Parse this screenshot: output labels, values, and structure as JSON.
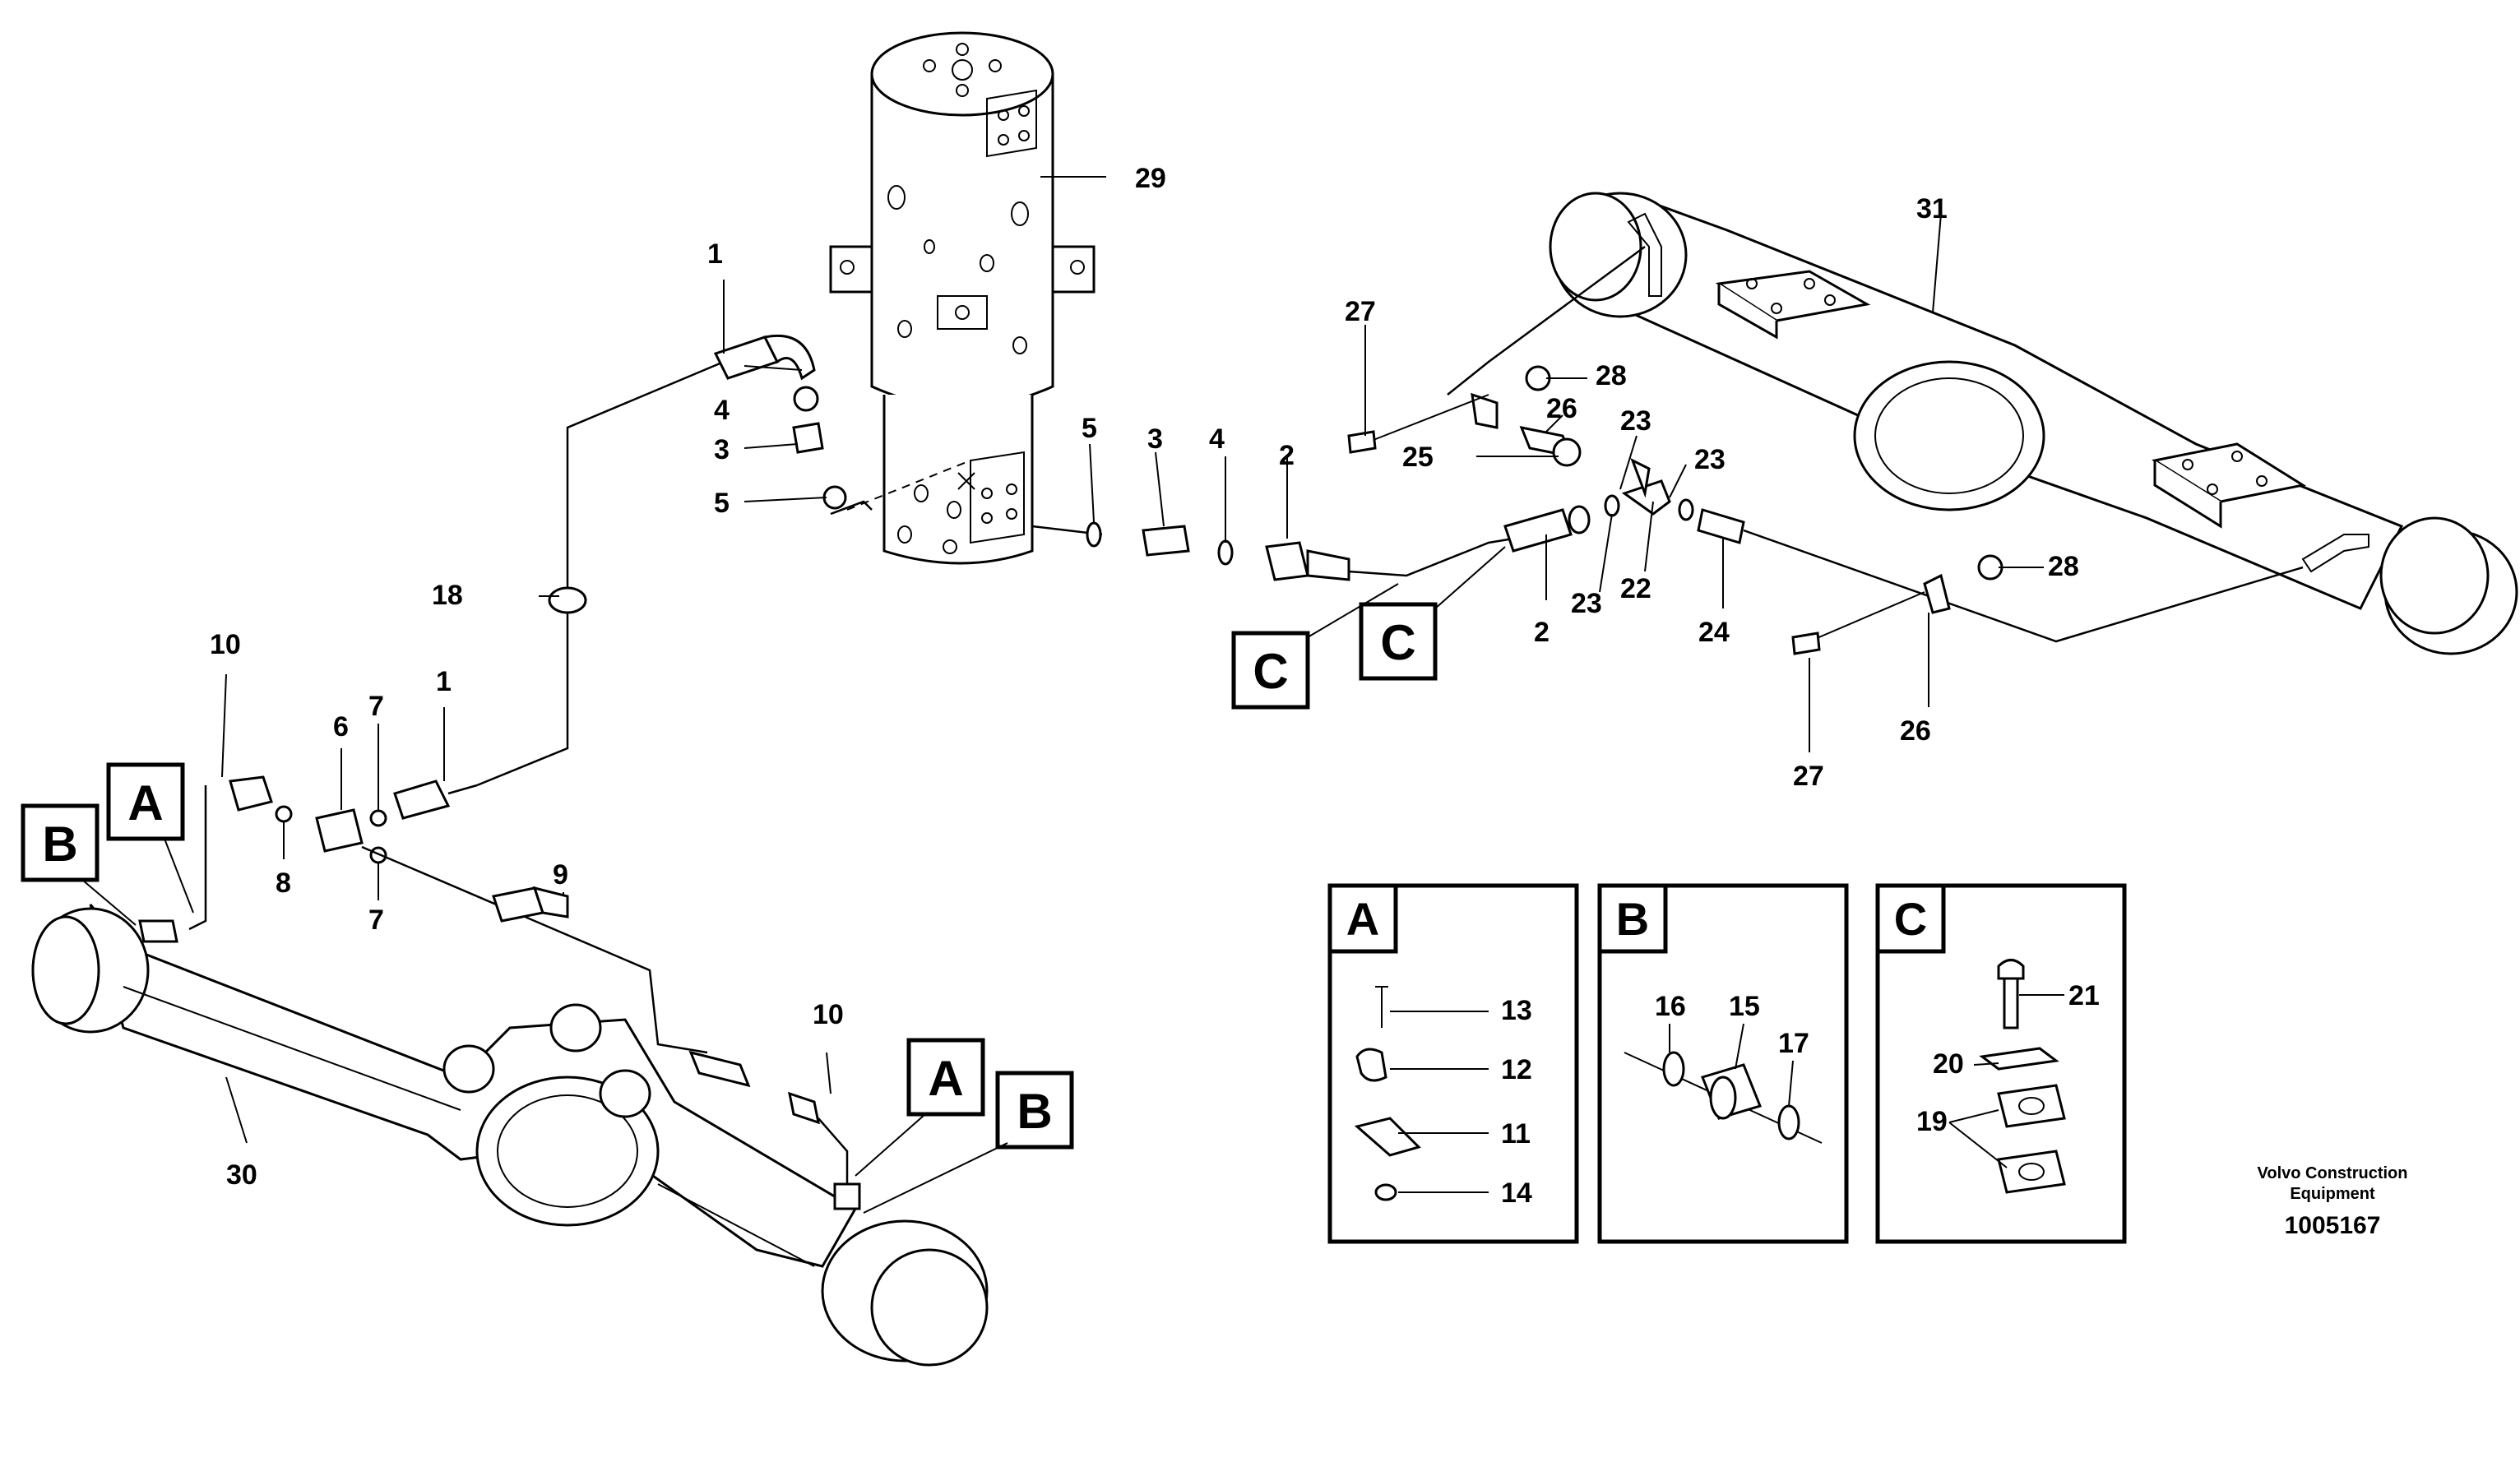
{
  "part_labels": {
    "p29": "29",
    "p31": "31",
    "p30": "30",
    "p1a": "1",
    "p4a": "4",
    "p3a": "3",
    "p5a": "5",
    "p18": "18",
    "p5b": "5",
    "p3b": "3",
    "p4b": "4",
    "p2a": "2",
    "p27a": "27",
    "p28a": "28",
    "p26a": "26",
    "p25": "25",
    "p23a": "23",
    "p23b": "23",
    "p2b": "2",
    "p23c": "23",
    "p22": "22",
    "p24": "24",
    "p28b": "28",
    "p26b": "26",
    "p27b": "27",
    "p10a": "10",
    "p6": "6",
    "p7a": "7",
    "p1b": "1",
    "p8": "8",
    "p7b": "7",
    "p9": "9",
    "p10b": "10",
    "p13": "13",
    "p12": "12",
    "p11": "11",
    "p14": "14",
    "p16": "16",
    "p15": "15",
    "p17": "17",
    "p21": "21",
    "p20": "20",
    "p19": "19"
  },
  "callouts": {
    "c1": "C",
    "c2": "C",
    "a1": "A",
    "b1": "B",
    "a2": "A",
    "b2": "B"
  },
  "detail_boxes": {
    "a": "A",
    "b": "B",
    "c": "C"
  },
  "footer": {
    "brand_line1": "Volvo Construction",
    "brand_line2": "Equipment",
    "doc_number": "1005167"
  }
}
